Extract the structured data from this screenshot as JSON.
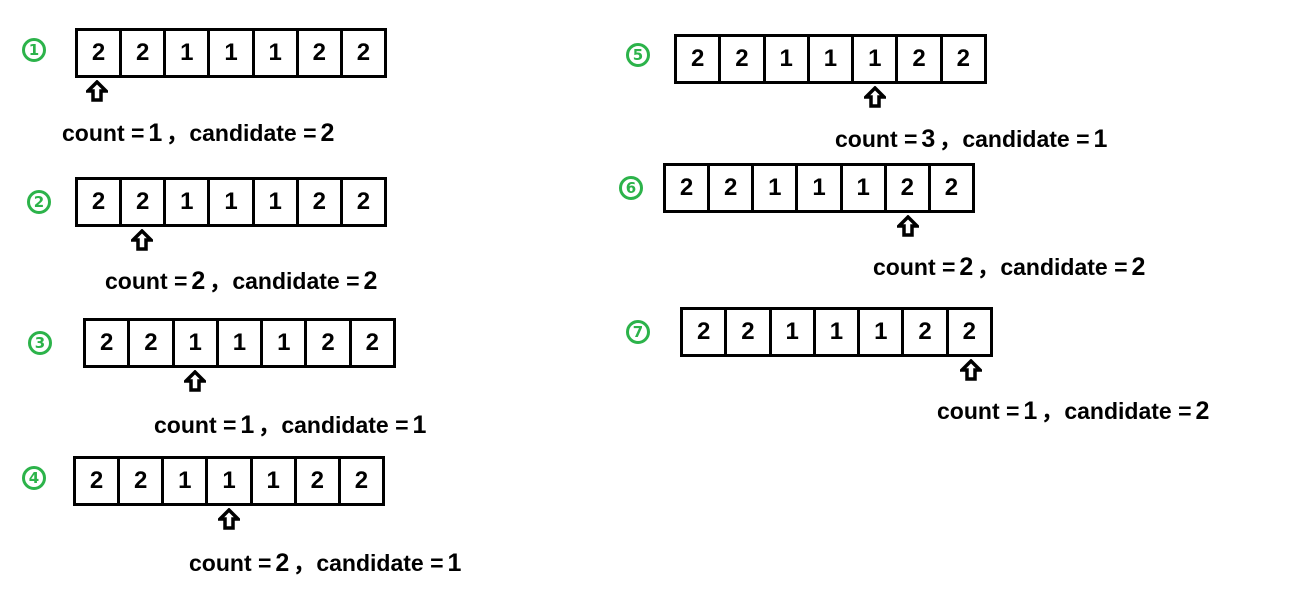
{
  "array": [
    "2",
    "2",
    "1",
    "1",
    "1",
    "2",
    "2"
  ],
  "steps": [
    {
      "badge": "1",
      "pointer_index": 0,
      "count_text": "count =",
      "count_value": "1",
      "sep": "，",
      "candidate_text": "candidate =",
      "candidate_value": "2"
    },
    {
      "badge": "2",
      "pointer_index": 1,
      "count_text": "count =",
      "count_value": "2",
      "sep": "，",
      "candidate_text": "candidate =",
      "candidate_value": "2"
    },
    {
      "badge": "3",
      "pointer_index": 2,
      "count_text": "count =",
      "count_value": "1",
      "sep": "，",
      "candidate_text": "candidate =",
      "candidate_value": "1"
    },
    {
      "badge": "4",
      "pointer_index": 3,
      "count_text": "count =",
      "count_value": "2",
      "sep": "，",
      "candidate_text": "candidate =",
      "candidate_value": "1"
    },
    {
      "badge": "5",
      "pointer_index": 4,
      "count_text": "count =",
      "count_value": "3",
      "sep": "，",
      "candidate_text": "candidate =",
      "candidate_value": "1"
    },
    {
      "badge": "6",
      "pointer_index": 5,
      "count_text": "count =",
      "count_value": "2",
      "sep": "，",
      "candidate_text": "candidate =",
      "candidate_value": "2"
    },
    {
      "badge": "7",
      "pointer_index": 6,
      "count_text": "count =",
      "count_value": "1",
      "sep": "，",
      "candidate_text": "candidate =",
      "candidate_value": "2"
    }
  ]
}
